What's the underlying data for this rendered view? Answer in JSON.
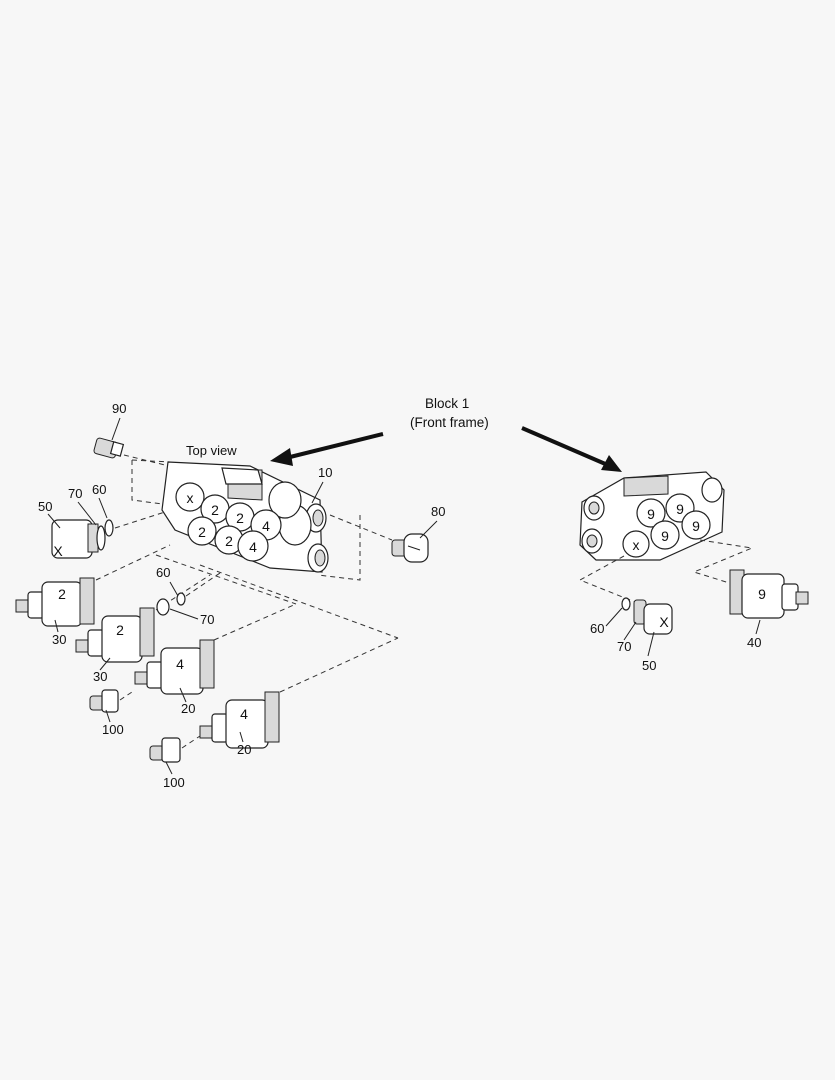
{
  "title": {
    "line1": "Block 1",
    "line2": "(Front frame)"
  },
  "top_view_label": "Top view",
  "block_left": {
    "part_no": "10",
    "port_marks": [
      "x",
      "2",
      "2",
      "4",
      "2",
      "2",
      "4"
    ]
  },
  "block_right": {
    "port_marks": [
      "9",
      "9",
      "9",
      "9",
      "x"
    ]
  },
  "parts_left": {
    "p90": "90",
    "p50": "50",
    "p70": "70",
    "p60": "60",
    "p30a": "30",
    "p30b": "30",
    "p60b": "60",
    "p70b": "70",
    "p20a": "20",
    "p20b": "20",
    "p100a": "100",
    "p100b": "100",
    "p80": "80"
  },
  "parts_right": {
    "p60": "60",
    "p70": "70",
    "p50": "50",
    "p40": "40"
  },
  "cartridge_marks": {
    "plug_x_left": "X",
    "c30a": "2",
    "c30b": "2",
    "c20a": "4",
    "c20b": "4",
    "plug_x_right": "X",
    "c40": "9"
  }
}
